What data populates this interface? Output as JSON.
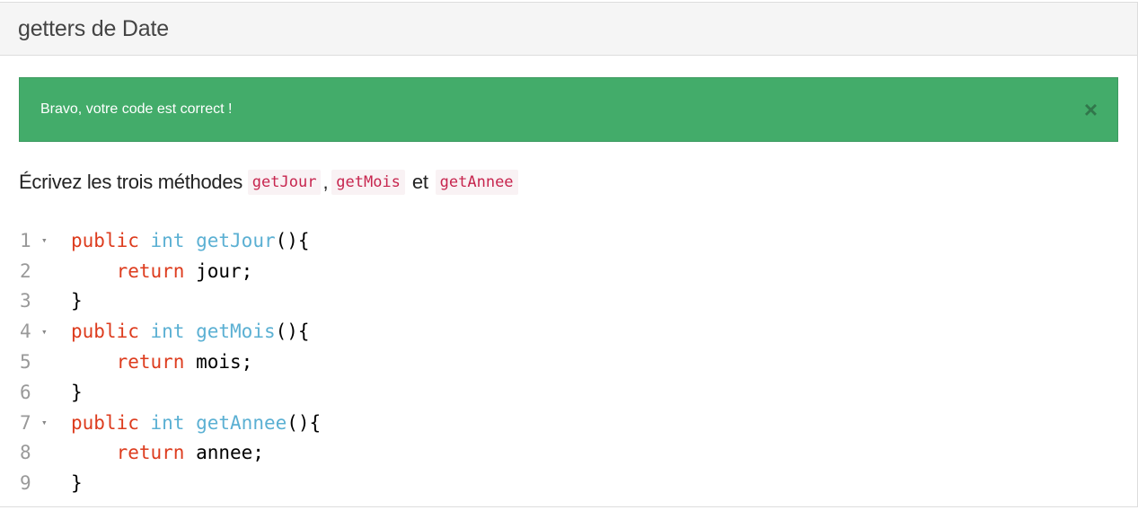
{
  "panel": {
    "title": "getters de Date"
  },
  "alert": {
    "message": "Bravo, votre code est correct !",
    "close_label": "×"
  },
  "instructions": {
    "text": "Écrivez les trois méthodes",
    "method1": "getJour",
    "separator": ",",
    "method2": "getMois",
    "conjunction": "et",
    "method3": "getAnnee"
  },
  "code": {
    "lines": [
      {
        "num": "1",
        "fold": "▾",
        "indent": "",
        "kw": "public",
        "type": "int",
        "fn": "getJour",
        "rest": "(){"
      },
      {
        "num": "2",
        "fold": "",
        "indent": "    ",
        "kw": "return",
        "type": "",
        "fn": "",
        "rest": "jour;"
      },
      {
        "num": "3",
        "fold": "",
        "indent": "",
        "kw": "",
        "type": "",
        "fn": "",
        "rest": "}"
      },
      {
        "num": "4",
        "fold": "▾",
        "indent": "",
        "kw": "public",
        "type": "int",
        "fn": "getMois",
        "rest": "(){"
      },
      {
        "num": "5",
        "fold": "",
        "indent": "    ",
        "kw": "return",
        "type": "",
        "fn": "",
        "rest": "mois;"
      },
      {
        "num": "6",
        "fold": "",
        "indent": "",
        "kw": "",
        "type": "",
        "fn": "",
        "rest": "}"
      },
      {
        "num": "7",
        "fold": "▾",
        "indent": "",
        "kw": "public",
        "type": "int",
        "fn": "getAnnee",
        "rest": "(){"
      },
      {
        "num": "8",
        "fold": "",
        "indent": "    ",
        "kw": "return",
        "type": "",
        "fn": "",
        "rest": "annee;"
      },
      {
        "num": "9",
        "fold": "",
        "indent": "",
        "kw": "",
        "type": "",
        "fn": "",
        "rest": "}"
      }
    ]
  },
  "colors": {
    "alert_success": "#43ac6a",
    "keyword": "#dd3c1e",
    "type": "#5bb0d3",
    "inline_code": "#c7254e"
  }
}
